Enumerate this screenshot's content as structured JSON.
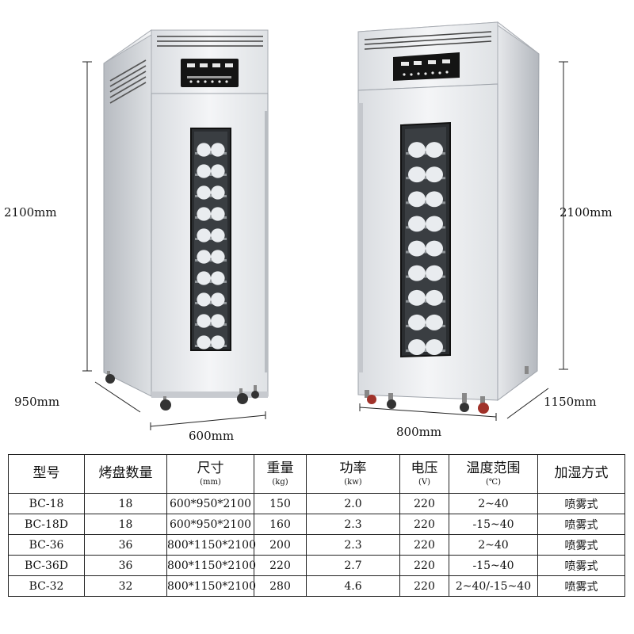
{
  "dimensions": {
    "left_height": "2100mm",
    "left_depth": "950mm",
    "left_width": "600mm",
    "right_height": "2100mm",
    "right_width": "800mm",
    "right_depth": "1150mm"
  },
  "table": {
    "headers": [
      {
        "label": "型号",
        "unit": ""
      },
      {
        "label": "烤盘数量",
        "unit": ""
      },
      {
        "label": "尺寸",
        "unit": "(mm)"
      },
      {
        "label": "重量",
        "unit": "(kg)"
      },
      {
        "label": "功率",
        "unit": "(kw)"
      },
      {
        "label": "电压",
        "unit": "(V)"
      },
      {
        "label": "温度范围",
        "unit": "(℃)"
      },
      {
        "label": "加湿方式",
        "unit": ""
      }
    ],
    "rows": [
      [
        "BC-18",
        "18",
        "600*950*2100",
        "150",
        "2.0",
        "220",
        "2~40",
        "喷雾式"
      ],
      [
        "BC-18D",
        "18",
        "600*950*2100",
        "160",
        "2.3",
        "220",
        "-15~40",
        "喷雾式"
      ],
      [
        "BC-36",
        "36",
        "800*1150*2100",
        "200",
        "2.3",
        "220",
        "2~40",
        "喷雾式"
      ],
      [
        "BC-36D",
        "36",
        "800*1150*2100",
        "220",
        "2.7",
        "220",
        "-15~40",
        "喷雾式"
      ],
      [
        "BC-32",
        "32",
        "800*1150*2100",
        "280",
        "4.6",
        "220",
        "2~40/-15~40",
        "喷雾式"
      ]
    ]
  },
  "colors": {
    "steel_light": "#eef0f2",
    "steel_mid": "#c9ccd1",
    "steel_dark": "#9ea3aa",
    "panel_black": "#141414",
    "glass": "#2d3033"
  }
}
